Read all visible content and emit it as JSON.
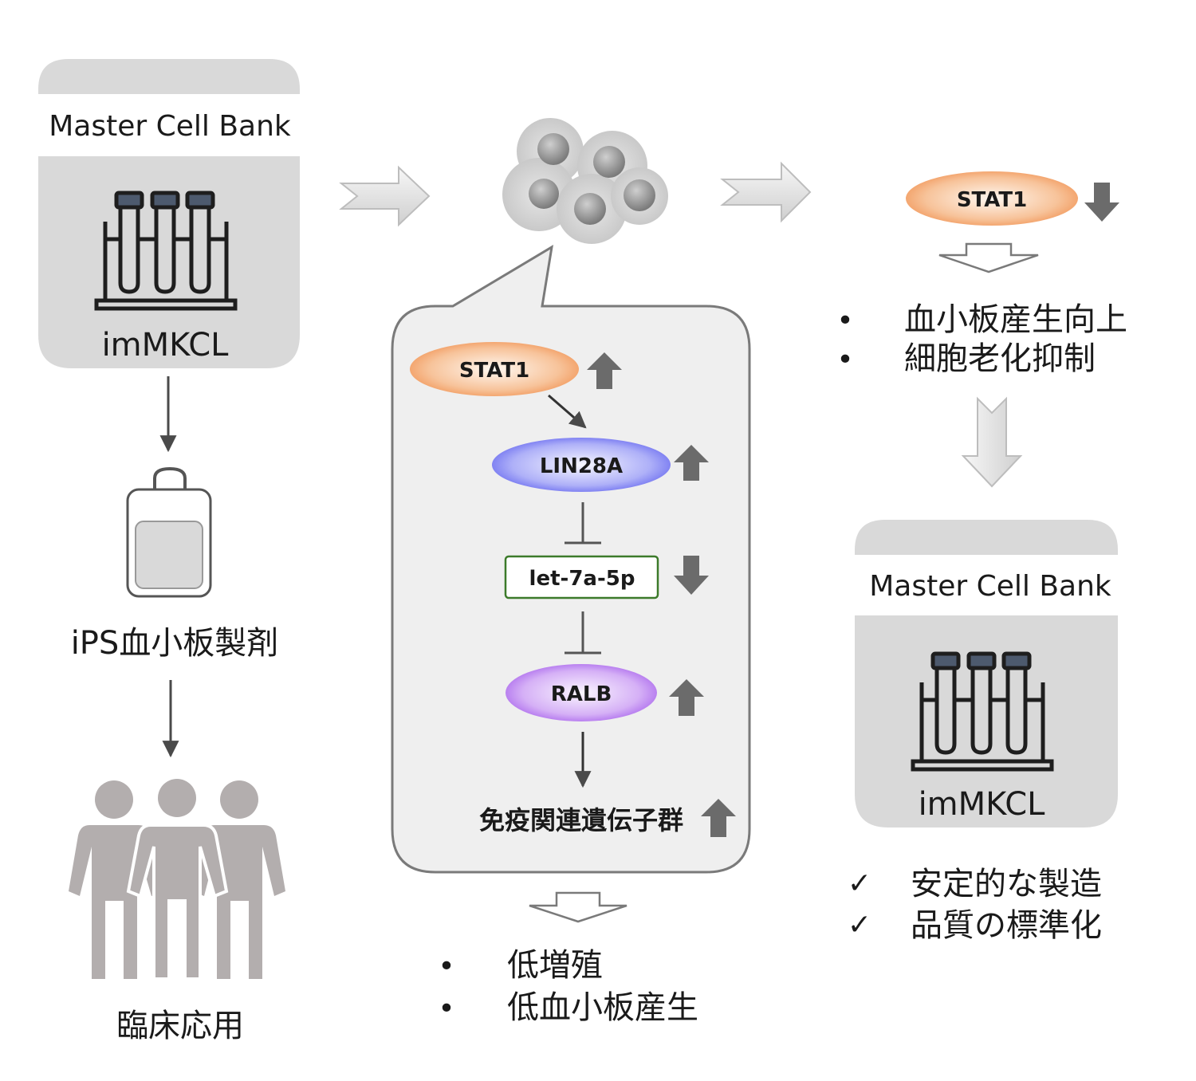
{
  "left_bank": {
    "title": "Master Cell Bank",
    "cell_line": "imMKCL",
    "product": "iPS血小板製剤",
    "application": "臨床応用"
  },
  "pathway": {
    "stat1": "STAT1",
    "lin28a": "LIN28A",
    "let7": "let-7a-5p",
    "ralb": "RALB",
    "immune_genes": "免疫関連遺伝子群"
  },
  "middle_outcomes": [
    "低増殖",
    "低血小板産生"
  ],
  "right": {
    "stat1": "STAT1",
    "outcomes": [
      "血小板産生向上",
      "細胞老化抑制"
    ],
    "bank_title": "Master Cell Bank",
    "cell_line": "imMKCL",
    "benefits": [
      "安定的な製造",
      "品質の標準化"
    ]
  },
  "symbols": {
    "bullet": "•",
    "check": "✓"
  },
  "colors": {
    "panel_fill": "#d9d9d9",
    "bubble_fill": "#efefef",
    "arrow_gray": "#6b6b6b",
    "people_gray": "#b3aeae",
    "stat1_orange": "#f3a26c",
    "lin28a_blue": "#7a7cf2",
    "ralb_purple": "#b97cf0",
    "let7_green": "#3c7a2a",
    "let7_text": "#1f3a6e"
  }
}
